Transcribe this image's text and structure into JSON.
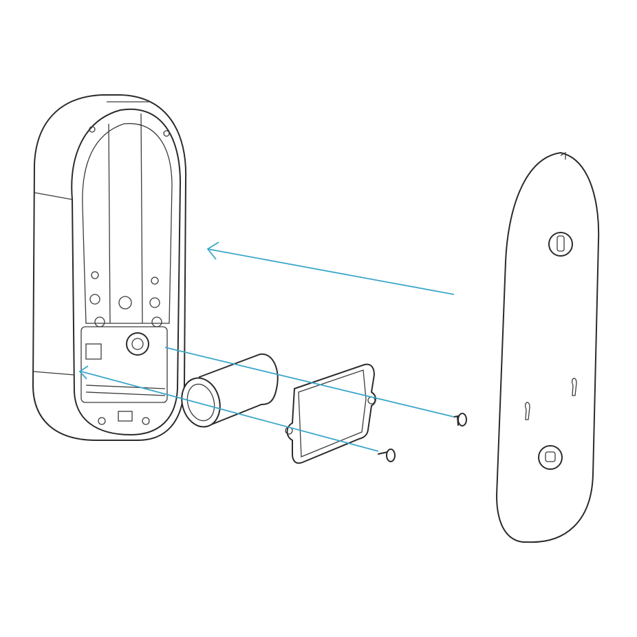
{
  "colors": {
    "line": "#2a2a2a",
    "guide": "#3aa6c8",
    "background": "#ffffff"
  },
  "parts": [
    "doorbell-body",
    "battery",
    "battery-cover",
    "screw",
    "screw",
    "mounting-plate"
  ]
}
